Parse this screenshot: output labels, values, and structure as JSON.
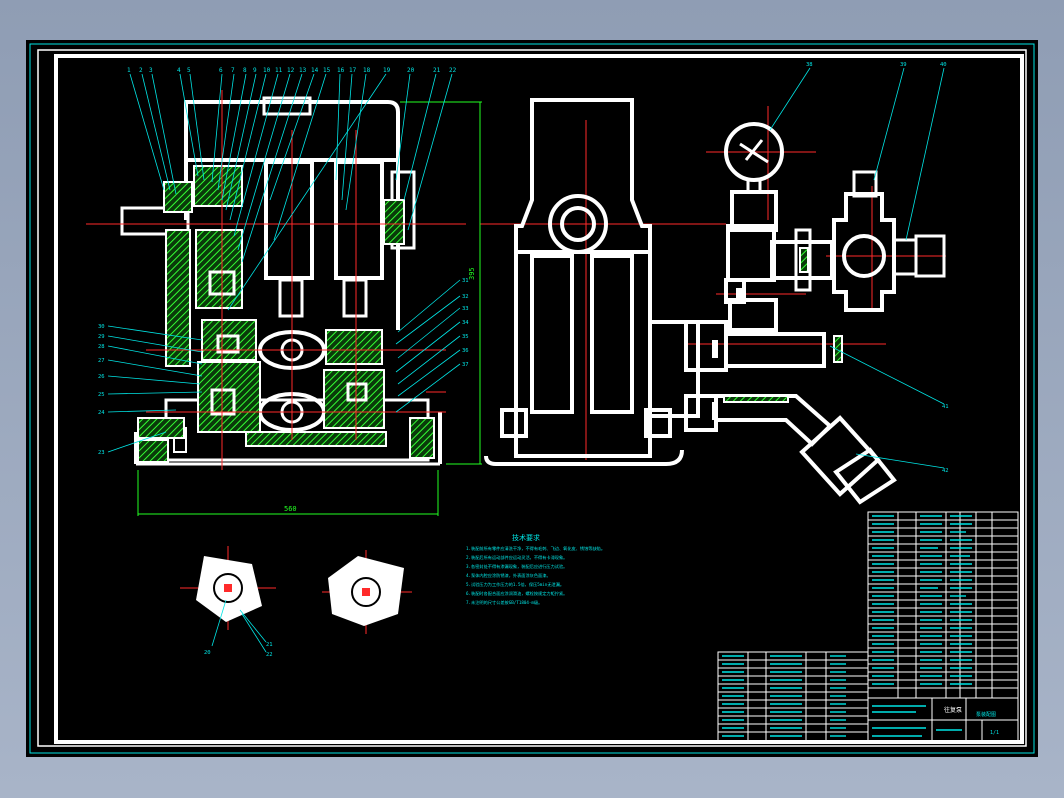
{
  "drawing": {
    "callouts_top": [
      "1",
      "2",
      "3",
      "4",
      "5",
      "6",
      "7",
      "8",
      "9",
      "10",
      "11",
      "12",
      "13",
      "14",
      "15",
      "16",
      "17",
      "18",
      "19",
      "20",
      "21",
      "22"
    ],
    "callouts_left": [
      "30",
      "29",
      "28",
      "27",
      "26",
      "25",
      "24",
      "23"
    ],
    "callouts_right": [
      "31",
      "32",
      "33",
      "34",
      "35",
      "36",
      "37"
    ],
    "callouts_pump": [
      "38",
      "39",
      "40",
      "41",
      "42"
    ],
    "callouts_detail": [
      "20",
      "21",
      "22"
    ],
    "dim_width": "560",
    "dim_height": "395",
    "notes_title": "技术要求",
    "notes": [
      "1.装配前所有零件应清洗干净，不得有毛刺、飞边、氧化皮、锈蚀等缺陷。",
      "2.装配后所有运动部件应运动灵活，不得有卡滞现象。",
      "3.各密封处不得有渗漏现象，装配后应进行压力试验。",
      "4.泵体内腔应涂防锈漆，外表面涂灰色面漆。",
      "5.试验压力为工作压力的1.5倍，保压5min无泄漏。",
      "6.装配时各配合面应涂润滑油，螺栓按规定力矩拧紧。",
      "7.未注明的尺寸公差按GB/T1804-m级。"
    ],
    "title_block_title": "往复泵",
    "title_block_code": "泵装配图",
    "sheet": "1/1"
  },
  "colors": {
    "background": "#000000",
    "outline": "#ffffff",
    "hatch": "#22ff22",
    "dimension": "#00e5e5",
    "centerline": "#ff2a2a",
    "magenta": "#ff33ff",
    "yellow": "#ffff33"
  }
}
